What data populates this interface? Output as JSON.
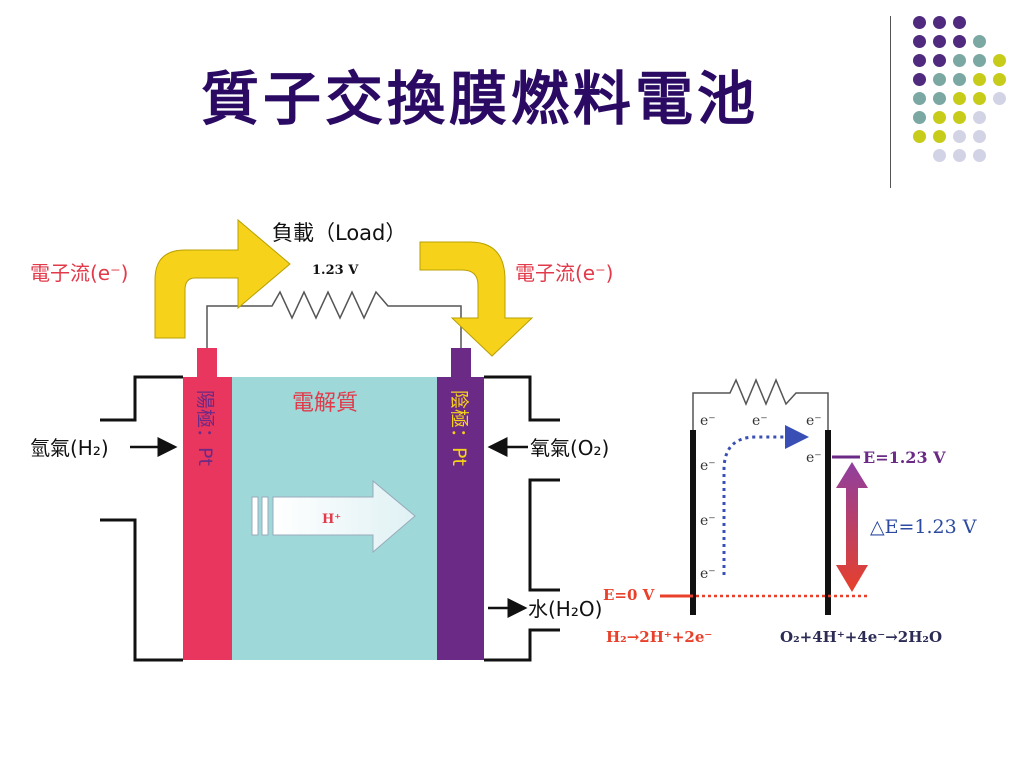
{
  "title": "質子交換膜燃料電池",
  "colors": {
    "title": "#2b0a63",
    "purple": "#4f2a7e",
    "teal": "#7ba8a2",
    "yellow": "#c7cc1a",
    "lavender": "#d3d3e6",
    "anode": "#e8365e",
    "cathode": "#6b2a86",
    "electrolyte": "#9ed8d8"
  },
  "cell": {
    "load_label": "負載（Load）",
    "voltage_label": "1.23 V",
    "electron_flow_left": "電子流(e⁻)",
    "electron_flow_right": "電子流(e⁻)",
    "electrolyte_label": "電解質",
    "anode_label": "陽極：Pt",
    "cathode_label": "陰極：Pt",
    "hydrogen_label": "氫氣(H₂)",
    "oxygen_label": "氧氣(O₂)",
    "water_label": "水(H₂O)",
    "proton_label": "H⁺"
  },
  "energy": {
    "e_minus": "e⁻",
    "e_top_label": "E=1.23 V",
    "e_zero_label": "E=0 V",
    "delta_label": "△E=1.23 V",
    "anode_reaction": "H₂→2H⁺+2e⁻",
    "cathode_reaction": "O₂+4H⁺+4e⁻→2H₂O"
  }
}
